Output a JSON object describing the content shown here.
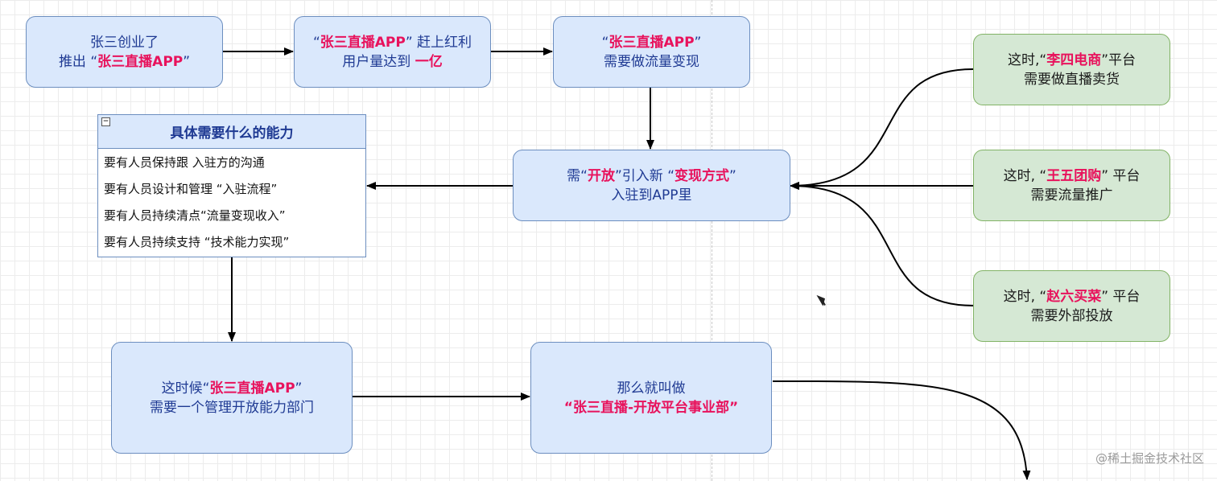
{
  "boxes": {
    "startup": {
      "line1": "张三创业了",
      "line2_pre": "推出 “",
      "line2_hl": "张三直播APP",
      "line2_post": "”"
    },
    "dividend": {
      "line1_pre": "“",
      "line1_hl": "张三直播APP",
      "line1_post": "” 赶上红利",
      "line2_pre": "用户量达到 ",
      "line2_hl": "一亿"
    },
    "monetize": {
      "line1_pre": "“",
      "line1_hl": "张三直播APP",
      "line1_post": "”",
      "line2": "需要做流量变现"
    },
    "open": {
      "line1_a": "需“",
      "line1_hl1": "开放",
      "line1_b": "”引入新 “",
      "line1_hl2": "变现方式",
      "line1_c": "”",
      "line2": "入驻到APP里"
    },
    "lisi": {
      "line1_pre": "这时,“",
      "line1_hl": "李四电商",
      "line1_post": "”平台",
      "line2": "需要做直播卖货"
    },
    "wangwu": {
      "line1_pre": "这时, “",
      "line1_hl": "王五团购",
      "line1_post": "” 平台",
      "line2": "需要流量推广"
    },
    "zhaoliu": {
      "line1_pre": "这时, “",
      "line1_hl": "赵六买菜",
      "line1_post": "” 平台",
      "line2": "需要外部投放"
    },
    "dept": {
      "line1_pre": "这时候“",
      "line1_hl": "张三直播APP",
      "line1_post": "”",
      "line2": "需要一个管理开放能力部门"
    },
    "name": {
      "line1": "那么就叫做",
      "line2_hl": "“张三直播-开放平台事业部”"
    }
  },
  "ability_list": {
    "title": "具体需要什么的能力",
    "collapse_symbol": "−",
    "items": [
      "要有人员保持跟 入驻方的沟通",
      "要有人员设计和管理 “入驻流程”",
      "要有人员持续清点“流量变现收入”",
      "要有人员持续支持 “技术能力实现”"
    ]
  },
  "watermark": "@稀土掘金技术社区",
  "colors": {
    "box_fill": "#dae8fc",
    "box_stroke": "#6c8ebf",
    "green_fill": "#d5e8d4",
    "green_stroke": "#82b366",
    "highlight": "#e8125c",
    "text": "#1f3a93",
    "arrow": "#000000"
  }
}
